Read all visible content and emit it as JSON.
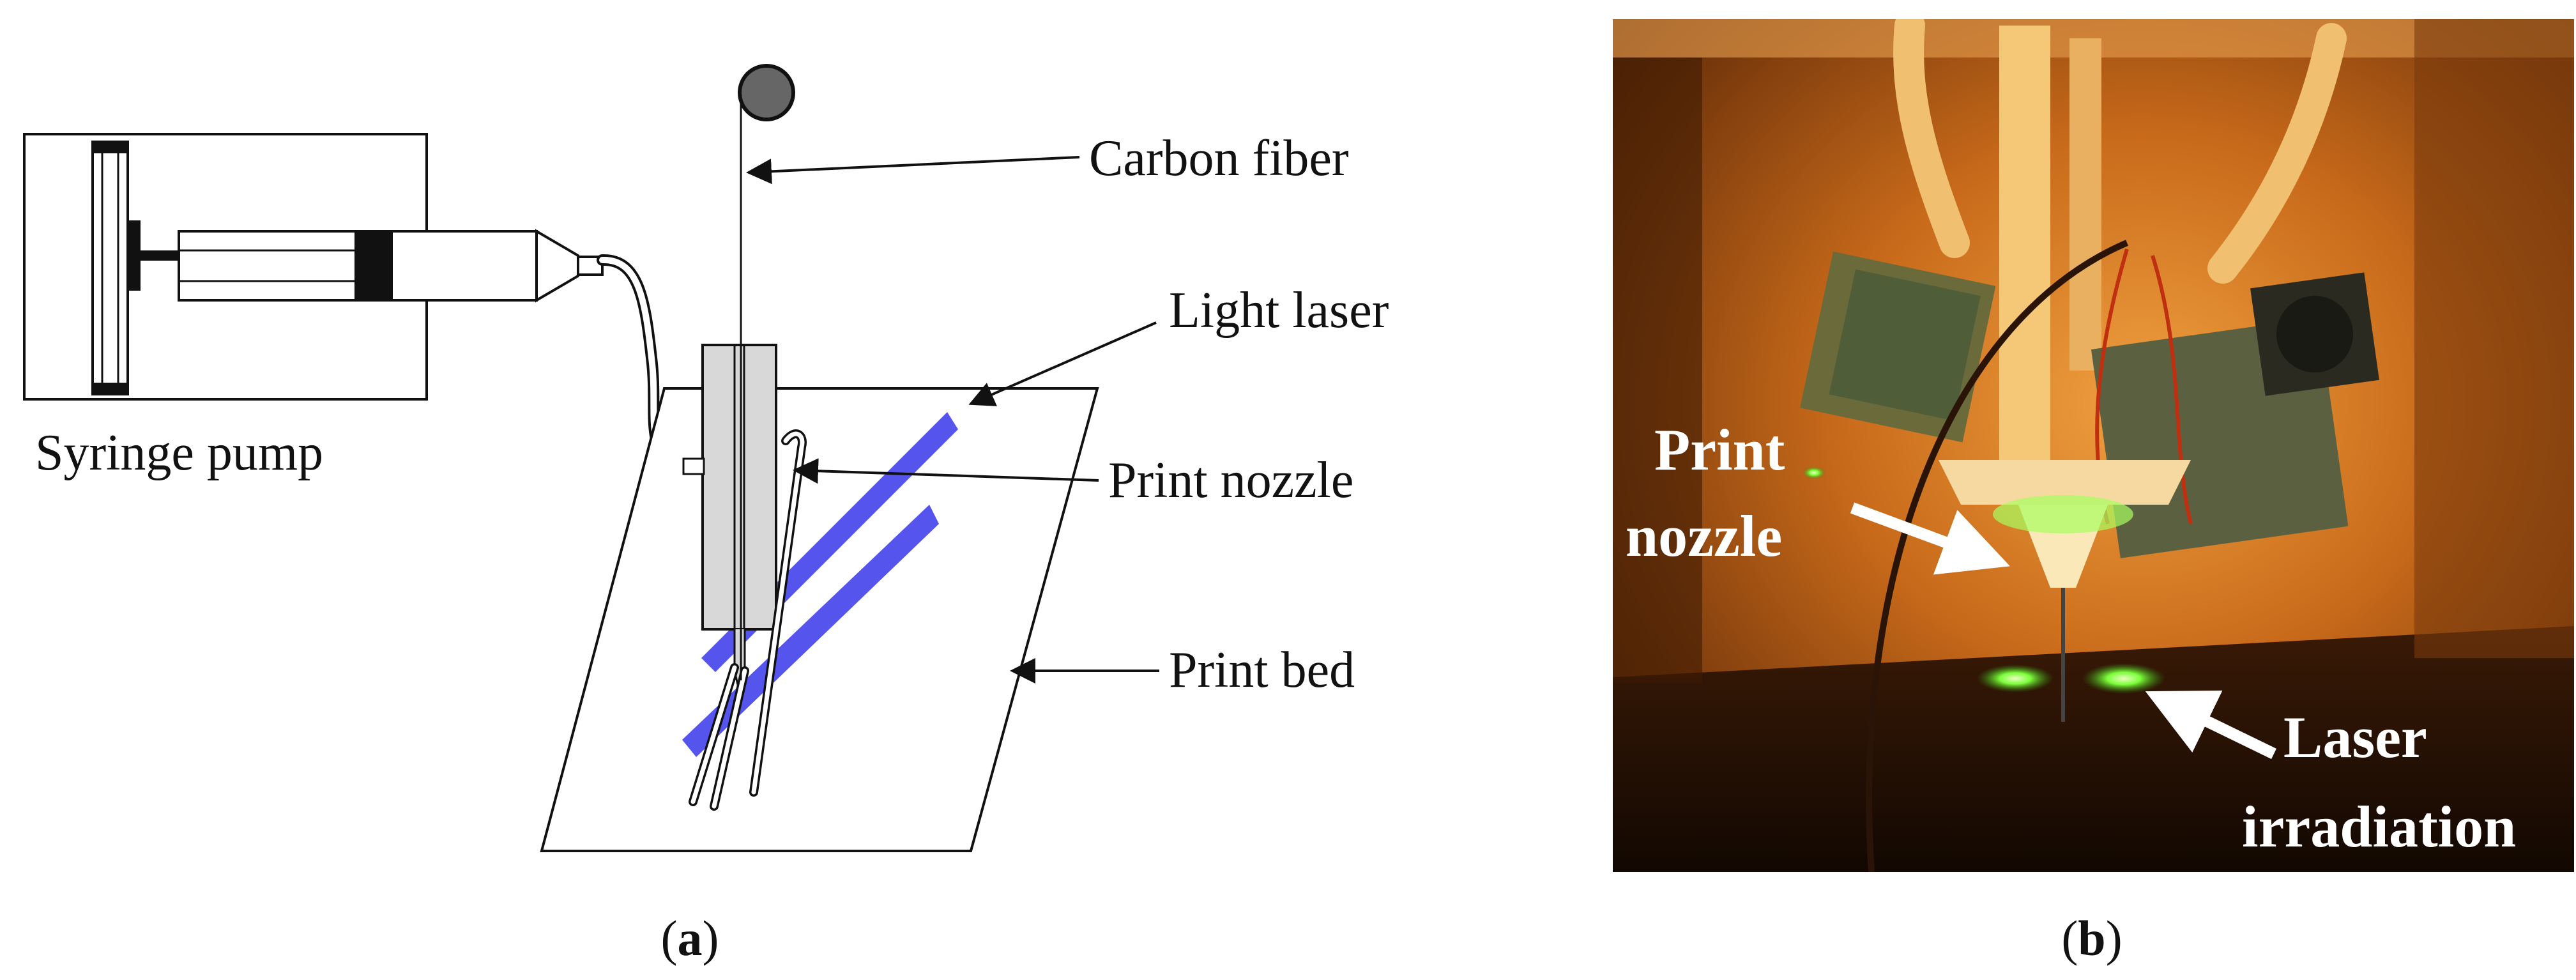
{
  "panel_a": {
    "labels": {
      "carbon_fiber": "Carbon fiber",
      "light_laser": "Light laser",
      "print_nozzle": "Print nozzle",
      "print_bed": "Print bed",
      "syringe_pump": "Syringe pump"
    },
    "caption_letter": "a"
  },
  "panel_b": {
    "labels": {
      "print_nozzle_line1": "Print",
      "print_nozzle_line2": "nozzle",
      "laser_line1": "Laser",
      "laser_line2": "irradiation"
    },
    "caption_letter": "b"
  },
  "colors": {
    "laser_beam": "#5555ee",
    "photo_background": "#8a3d0a"
  }
}
